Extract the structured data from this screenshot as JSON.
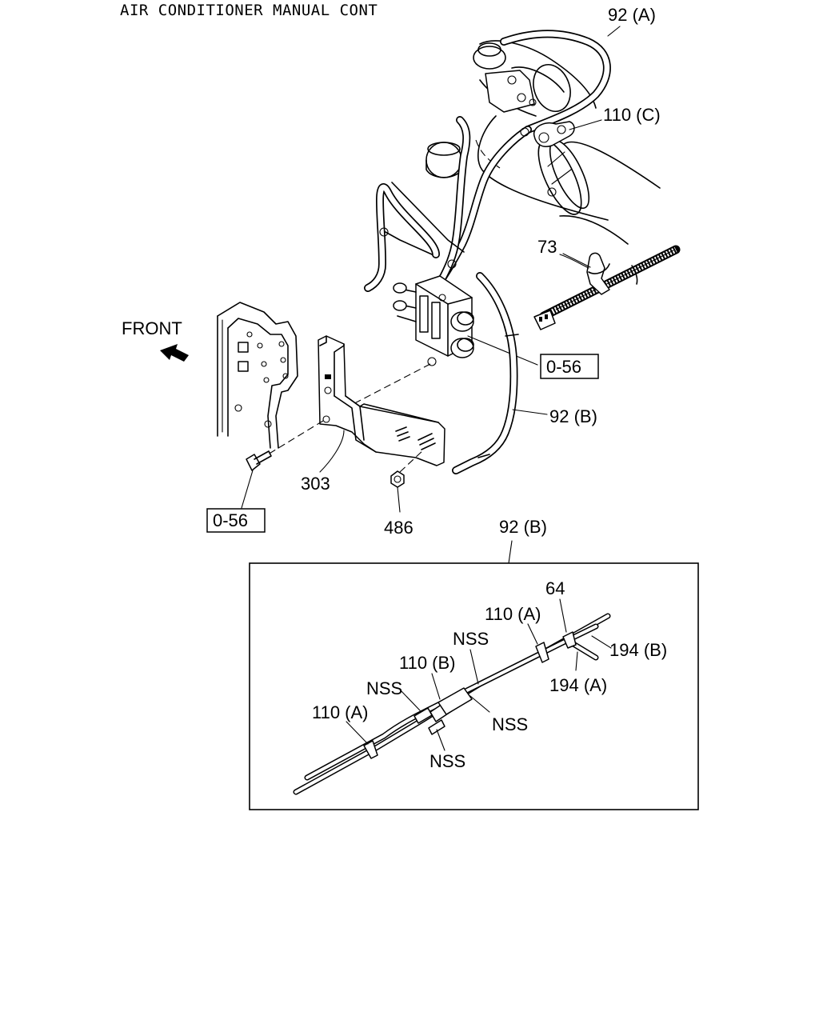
{
  "title": "AIR CONDITIONER MANUAL CONT",
  "front_label": "FRONT",
  "labels": {
    "hose_92a": "92 (A)",
    "clip_110c": "110 (C)",
    "clip_73": "73",
    "bolt_056_top": "0-56",
    "hose_92b": "92 (B)",
    "bracket_303": "303",
    "bolt_056_bottom": "0-56",
    "nut_486": "486"
  },
  "detail": {
    "title": "92 (B)",
    "labels": {
      "part_64": "64",
      "clip_110a_top": "110 (A)",
      "hose_194b": "194 (B)",
      "hose_194a": "194 (A)",
      "nss_top": "NSS",
      "clip_110b": "110 (B)",
      "nss_left": "NSS",
      "nss_right": "NSS",
      "clip_110a_left": "110 (A)",
      "nss_bottom": "NSS"
    }
  },
  "icons": {
    "front_arrow": "front-arrow-icon"
  }
}
